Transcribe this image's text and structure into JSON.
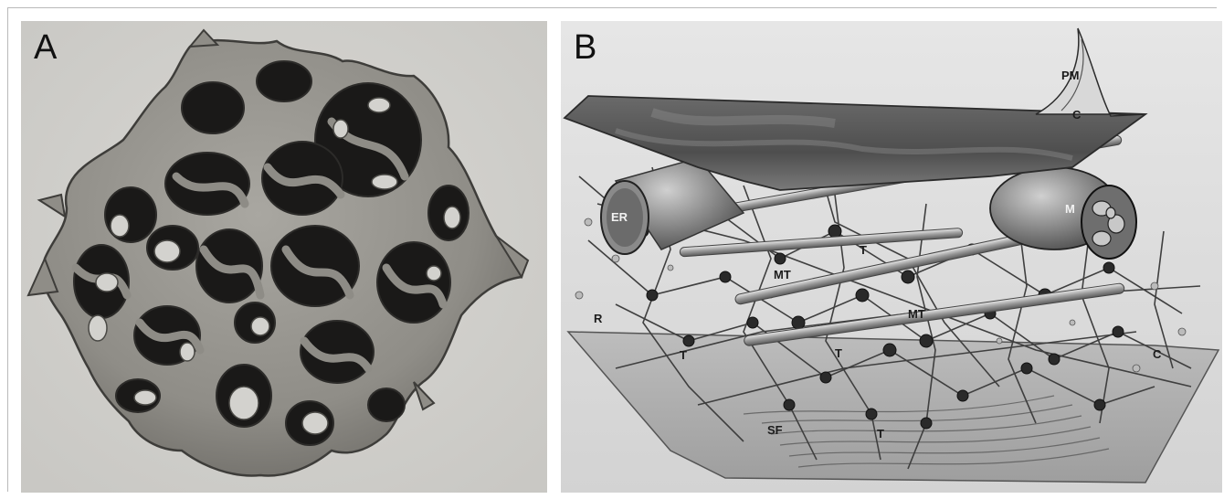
{
  "figure": {
    "panels": [
      {
        "letter": "A",
        "image": "lattice-sponge-illustration"
      },
      {
        "letter": "B",
        "image": "cytoplasmic-lattice-illustration",
        "labels": {
          "pm": "PM",
          "c_top": "C",
          "er": "ER",
          "m": "M",
          "t_upper": "T",
          "mt_left": "MT",
          "mt_center": "MT",
          "r": "R",
          "t_left": "T",
          "t_mid": "T",
          "c_bottom": "C",
          "sf": "SF",
          "t_bottom": "T"
        }
      }
    ]
  }
}
